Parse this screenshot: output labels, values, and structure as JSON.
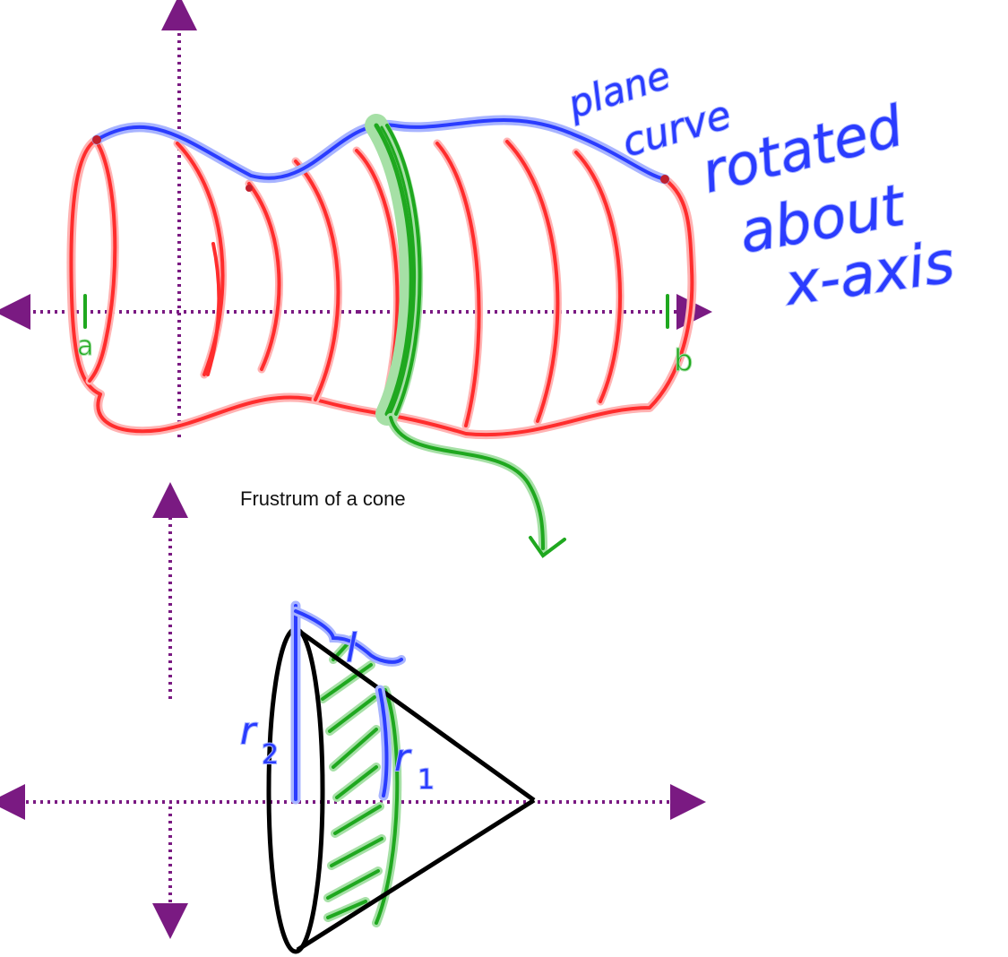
{
  "colors": {
    "axis": "#7a1a82",
    "surface": "#ff2d2d",
    "curve": "#2a3cff",
    "strip": "#1fa81f",
    "cone": "#000000",
    "highlight_blue": "#a8b4ff",
    "highlight_red": "#ff9b9b",
    "highlight_green": "#a6e0a6"
  },
  "top_figure": {
    "label_a": "a",
    "label_b": "b",
    "note_line1": "plane",
    "note_line2": "curve",
    "note_line3": "rotated",
    "note_line4": "about",
    "note_line5": "x-axis"
  },
  "bottom_figure": {
    "caption": "Frustrum of a cone",
    "label_l": "l",
    "label_r2": "r",
    "label_r2_sub": "2",
    "label_r1": "r",
    "label_r1_sub": "1"
  }
}
